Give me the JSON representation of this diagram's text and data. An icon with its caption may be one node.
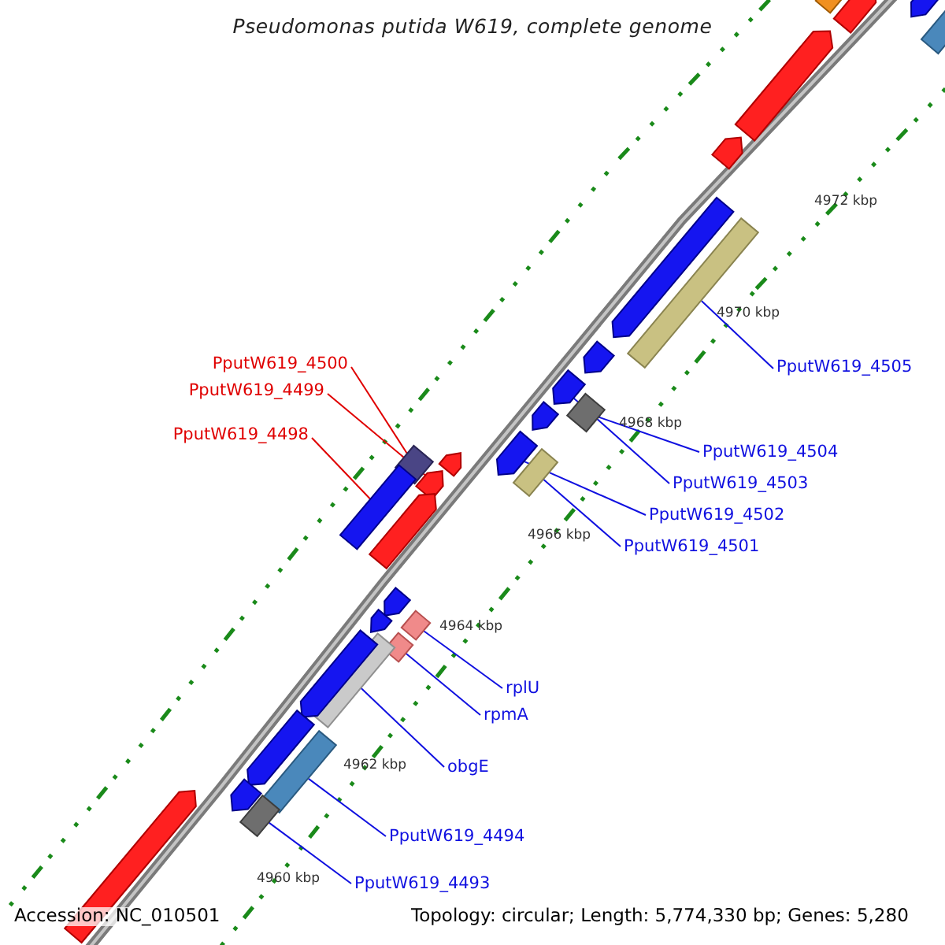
{
  "diagram": {
    "title": "Pseudomonas putida W619, complete genome",
    "nodes": [
      {
        "text": [
          "PputW619_4500"
        ]
      },
      {
        "text": [
          "PputW619_4505"
        ]
      },
      {
        "text": [
          "PputW619_4499"
        ]
      },
      {
        "text": [
          "PputW619_4498"
        ]
      },
      {
        "text": [
          "PputW619_4504"
        ]
      },
      {
        "text": [
          "PputW619_4503"
        ]
      },
      {
        "text": [
          "PputW619_4502"
        ]
      },
      {
        "text": [
          "PputW619_4501"
        ]
      },
      {
        "text": [
          "rplU"
        ]
      },
      {
        "text": [
          "rpmA"
        ]
      },
      {
        "text": [
          "obgE"
        ]
      },
      {
        "text": [
          "PputW619_4494"
        ]
      },
      {
        "text": [
          "PputW619_4493"
        ]
      },
      {
        "text": [],
        "shape": "box"
      },
      {
        "text": [],
        "shape": "bar"
      },
      {
        "text": [],
        "shape": "arrow"
      },
      {
        "text": [],
        "shape": "bar"
      },
      {
        "text": [],
        "shape": "box"
      },
      {
        "text": [],
        "shape": "arrow"
      },
      {
        "text": [],
        "shape": "arrow"
      },
      {
        "text": [],
        "shape": "bar"
      },
      {
        "text": [],
        "shape": "box"
      },
      {
        "text": [],
        "shape": "box"
      },
      {
        "text": [],
        "shape": "bar"
      },
      {
        "text": [],
        "shape": "bar"
      },
      {
        "text": [],
        "shape": "box"
      },
      {
        "text": [],
        "shape": "box"
      },
      {
        "text": [],
        "shape": "arrow"
      },
      {
        "text": [],
        "shape": "arrow"
      },
      {
        "text": [],
        "shape": "bar"
      },
      {
        "text": [],
        "shape": "arrow"
      },
      {
        "text": [],
        "shape": "arrow"
      },
      {
        "text": [],
        "shape": "arrow"
      },
      {
        "text": [],
        "shape": "arrow"
      },
      {
        "text": [],
        "shape": "arrow"
      },
      {
        "text": [],
        "shape": "arrow"
      },
      {
        "text": [],
        "shape": "arrow"
      },
      {
        "text": [],
        "shape": "arrow"
      },
      {
        "text": [],
        "shape": "arrow"
      },
      {
        "text": [],
        "shape": "arrow"
      },
      {
        "text": [],
        "shape": "arrow"
      },
      {
        "text": [],
        "shape": "arrow"
      },
      {
        "text": [],
        "shape": "arrow"
      }
    ],
    "edges": [
      {
        "from": 0,
        "to": 13,
        "arrow": "none",
        "color": "#e00000"
      },
      {
        "from": 1,
        "to": 14,
        "arrow": "none"
      },
      {
        "from": 2,
        "to": 15,
        "arrow": "none",
        "color": "#e00000"
      },
      {
        "from": 3,
        "to": 16,
        "arrow": "none",
        "color": "#e00000"
      },
      {
        "from": 4,
        "to": 17,
        "arrow": "none"
      },
      {
        "from": 5,
        "to": 18,
        "arrow": "none"
      },
      {
        "from": 6,
        "to": 19,
        "arrow": "none"
      },
      {
        "from": 7,
        "to": 20,
        "arrow": "none"
      },
      {
        "from": 8,
        "to": 21,
        "arrow": "none"
      },
      {
        "from": 9,
        "to": 22,
        "arrow": "none"
      },
      {
        "from": 10,
        "to": 23,
        "arrow": "none"
      },
      {
        "from": 11,
        "to": 24,
        "arrow": "none"
      },
      {
        "from": 12,
        "to": 25,
        "arrow": "none"
      }
    ],
    "labels": [
      "4972 kbp",
      "4970 kbp",
      "4968 kbp",
      "4966 kbp",
      "4964 kbp",
      "4962 kbp",
      "4960 kbp",
      "Accession: NC_010501",
      "Topology: circular; Length: 5,774,330 bp; Genes: 5,280"
    ]
  }
}
